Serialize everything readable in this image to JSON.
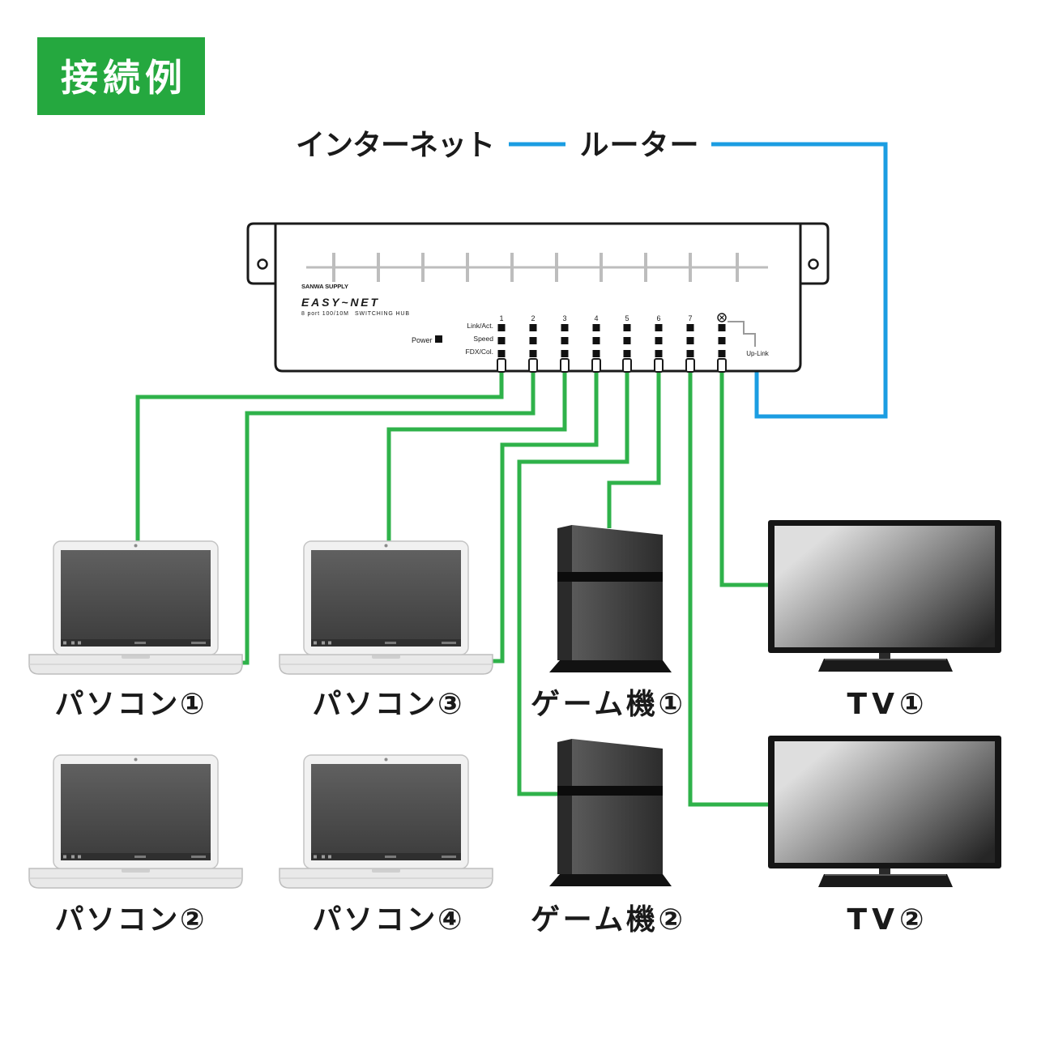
{
  "title": "接続例",
  "network": {
    "internet": "インターネット",
    "router": "ルーター"
  },
  "hub": {
    "brand": "SANWA SUPPLY",
    "model": "EASY~NET",
    "spec": "8 port 100/10M",
    "type": "SWITCHING HUB",
    "power_label": "Power",
    "led_labels": [
      "Link/Act.",
      "Speed",
      "FDX/Col."
    ],
    "ports": [
      "1",
      "2",
      "3",
      "4",
      "5",
      "6",
      "7"
    ],
    "port8_icon": "mdi-x-icon",
    "uplink_label": "Up-Link"
  },
  "devices": {
    "pc1": "パソコン①",
    "pc2": "パソコン②",
    "pc3": "パソコン③",
    "pc4": "パソコン④",
    "game1": "ゲーム機①",
    "game2": "ゲーム機②",
    "tv1": "TV①",
    "tv2": "TV②"
  },
  "colors": {
    "title_bg": "#25a83f",
    "lan_cable": "#2fb24a",
    "wan_cable": "#1b9de2"
  }
}
